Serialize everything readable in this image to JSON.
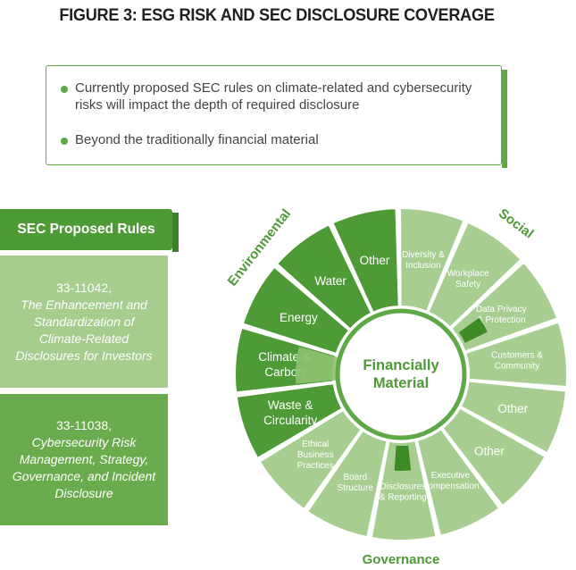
{
  "title": "FIGURE 3: ESG RISK AND SEC DISCLOSURE COVERAGE",
  "callout": {
    "bullets": [
      "Currently proposed SEC rules on climate-related and cybersecurity risks will impact the depth of required disclosure",
      "Beyond the traditionally financial material"
    ]
  },
  "sec_rules": {
    "header": "SEC Proposed Rules",
    "rules": [
      {
        "number": "33-11042,",
        "description": "The Enhancement and Standardization of Climate-Related Disclosures for Investors"
      },
      {
        "number": "33-11038,",
        "description": "Cybersecurity Risk Management, Strategy, Governance, and Incident Disclosure"
      }
    ]
  },
  "wheel": {
    "center": [
      "Financially",
      "Material"
    ],
    "categories": {
      "environmental": "Environmental",
      "social": "Social",
      "governance": "Governance"
    },
    "colors": {
      "environmental": "#4e9a37",
      "social": "#a8cd91",
      "governance": "#a8cd91",
      "center_ring": "#5ea845",
      "highlight": "#3d8a27"
    },
    "segments": [
      {
        "id": "diversity",
        "lines": [
          "Diversity &",
          "Inclusion"
        ],
        "group": "social"
      },
      {
        "id": "workplace-safety",
        "lines": [
          "Workplace",
          "Safety"
        ],
        "group": "social"
      },
      {
        "id": "data-privacy",
        "lines": [
          "Data Privacy",
          "& Protection"
        ],
        "group": "social",
        "highlight": true
      },
      {
        "id": "customers",
        "lines": [
          "Customers &",
          "Community"
        ],
        "group": "social"
      },
      {
        "id": "social-other-1",
        "lines": [
          "Other"
        ],
        "group": "social",
        "big": true
      },
      {
        "id": "social-other-2",
        "lines": [
          "Other"
        ],
        "group": "social",
        "big": true
      },
      {
        "id": "exec-comp",
        "lines": [
          "Executive",
          "Compensation"
        ],
        "group": "governance"
      },
      {
        "id": "disclosures",
        "lines": [
          "Disclosures",
          "& Reporting"
        ],
        "group": "governance",
        "highlight": true
      },
      {
        "id": "board",
        "lines": [
          "Board",
          "Structure"
        ],
        "group": "governance"
      },
      {
        "id": "ethics",
        "lines": [
          "Ethical",
          "Business",
          "Practices"
        ],
        "group": "governance"
      },
      {
        "id": "waste",
        "lines": [
          "Waste &",
          "Circularity"
        ],
        "group": "environmental",
        "big": true
      },
      {
        "id": "climate",
        "lines": [
          "Climate &",
          "Carbon"
        ],
        "group": "environmental",
        "big": true,
        "highlight": true
      },
      {
        "id": "energy",
        "lines": [
          "Energy"
        ],
        "group": "environmental",
        "big": true
      },
      {
        "id": "water",
        "lines": [
          "Water"
        ],
        "group": "environmental",
        "big": true
      },
      {
        "id": "env-other",
        "lines": [
          "Other"
        ],
        "group": "environmental",
        "big": true
      }
    ]
  }
}
